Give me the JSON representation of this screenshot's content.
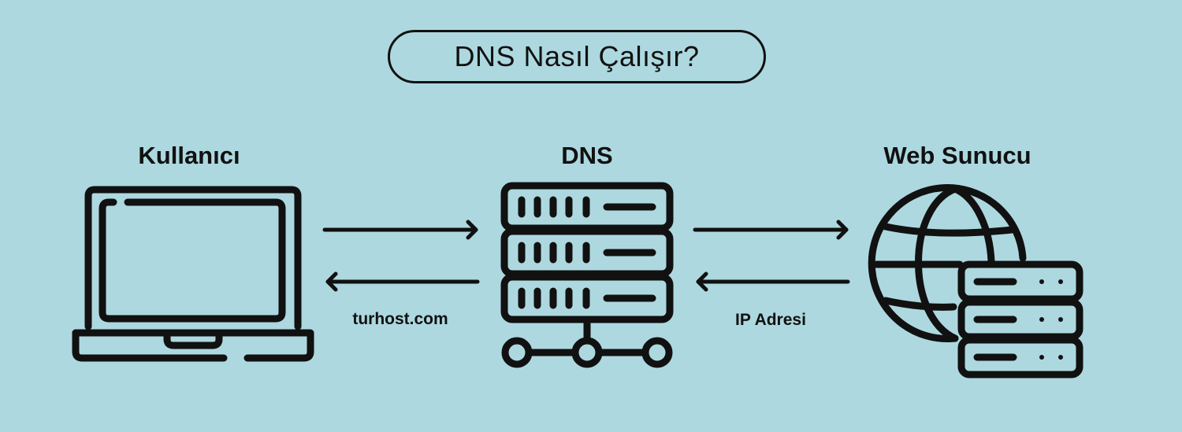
{
  "title": "DNS Nasıl Çalışır?",
  "nodes": {
    "user": {
      "label": "Kullanıcı",
      "icon": "laptop-icon"
    },
    "dns": {
      "label": "DNS",
      "icon": "dns-server-icon"
    },
    "web": {
      "label": "Web Sunucu",
      "icon": "globe-server-icon"
    }
  },
  "edges": {
    "user_dns_label": "turhost.com",
    "dns_web_label": "IP Adresi"
  },
  "colors": {
    "background": "#add8df",
    "ink": "#111111"
  }
}
